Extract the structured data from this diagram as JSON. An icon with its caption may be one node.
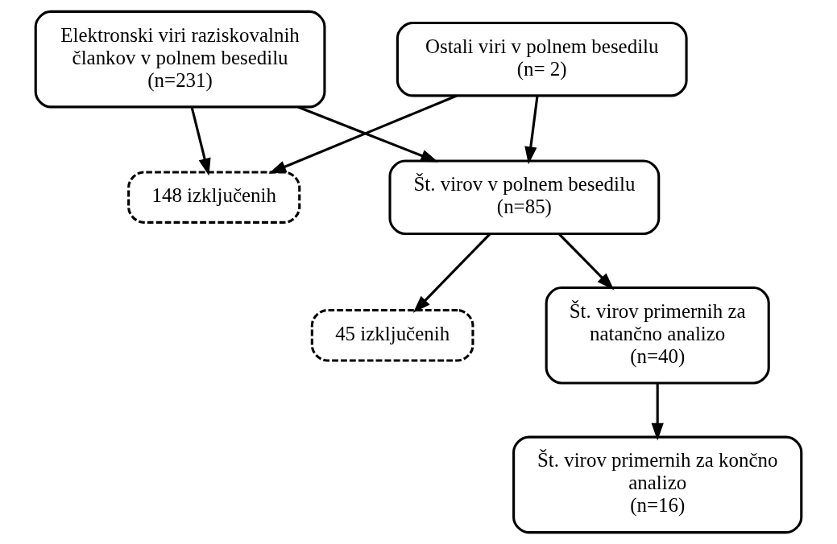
{
  "diagram": {
    "nodes": [
      {
        "text": [
          "Elektronski viri raziskovalnih člankov v polnem besedilu",
          "(n=231)"
        ]
      },
      {
        "text": [
          "Ostali viri v polnem besedilu",
          "(n= 2)"
        ]
      },
      {
        "text": [
          "148 izključenih"
        ]
      },
      {
        "text": [
          "Št. virov v polnem besedilu",
          "(n=85)"
        ]
      },
      {
        "text": [
          "45 izključenih"
        ]
      },
      {
        "text": [
          "Št. virov primernih za natančno analizo",
          "(n=40)"
        ]
      },
      {
        "text": [
          "Št. virov primernih za končno analizo",
          "(n=16)"
        ]
      }
    ],
    "edges": [
      {
        "from": 0,
        "to": 3,
        "arrow": "to"
      },
      {
        "from": 1,
        "to": 3,
        "arrow": "to"
      },
      {
        "from": 0,
        "to": 2,
        "arrow": "to"
      },
      {
        "from": 1,
        "to": 2,
        "arrow": "to"
      },
      {
        "from": 3,
        "to": 5,
        "arrow": "to"
      },
      {
        "from": 3,
        "to": 4,
        "arrow": "to"
      },
      {
        "from": 5,
        "to": 6,
        "arrow": "to"
      }
    ]
  }
}
